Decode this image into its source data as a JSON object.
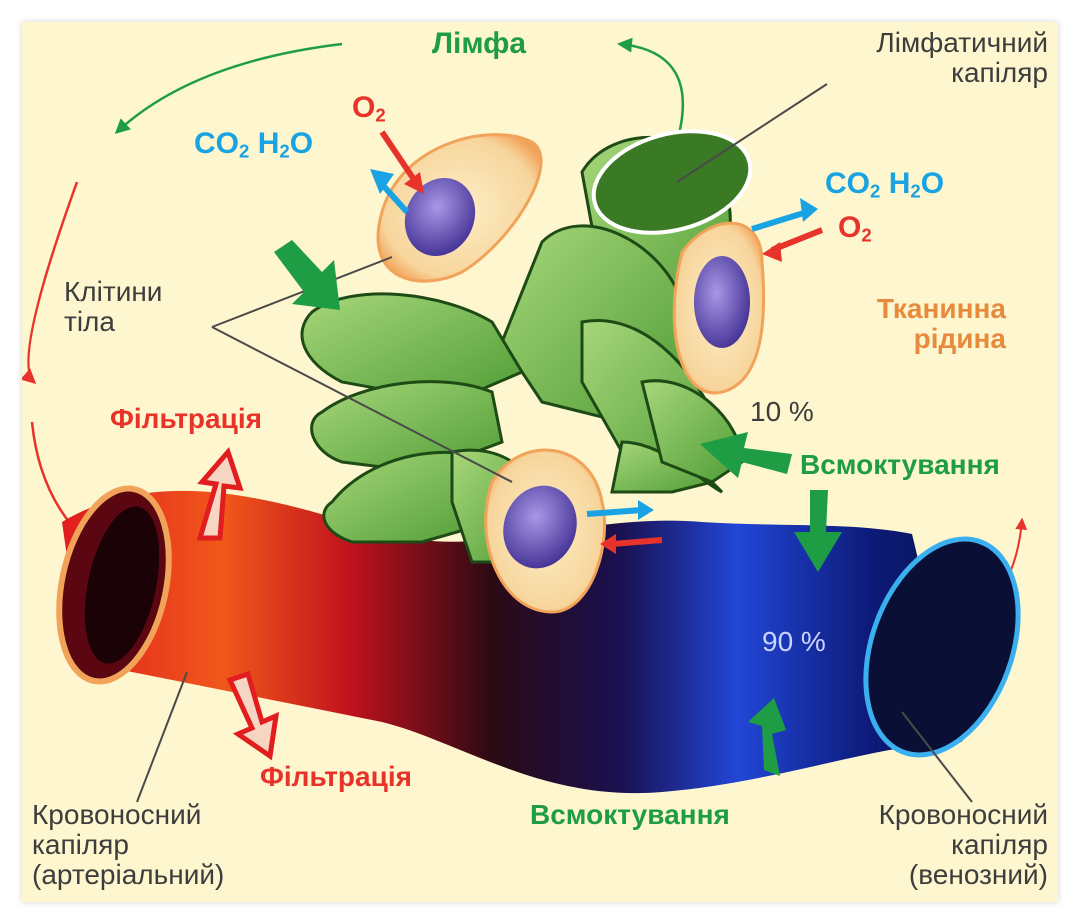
{
  "labels": {
    "lymph": "Лімфа",
    "lymph_capillary": [
      "Лімфатичний",
      "капіляр"
    ],
    "body_cells": [
      "Клітини",
      "тіла"
    ],
    "tissue_fluid": [
      "Тканинна",
      "рідина"
    ],
    "filtration_top": "Фільтрація",
    "filtration_bottom": "Фільтрація",
    "absorption_right": "Всмоктування",
    "absorption_bottom": "Всмоктування",
    "percent_10": "10 %",
    "percent_90": "90 %",
    "blood_capillary_arterial": [
      "Кровоносний",
      "капіляр",
      "(артеріальний)"
    ],
    "blood_capillary_venous": [
      "Кровоносний",
      "капіляр",
      "(венозний)"
    ]
  },
  "chem": {
    "co2_base": "CO",
    "co2_sub": "2",
    "h2o_h": "H",
    "h2o_sub": "2",
    "h2o_o": "O",
    "o2_base": "O",
    "o2_sub": "2"
  },
  "colors": {
    "background": "#fdf6cf",
    "lymph_green": "#1f9d45",
    "oxygen_red": "#e8332a",
    "waste_blue": "#1aa3e3",
    "tissue_orange": "#e88a3c",
    "arterial_red": "#d4141c",
    "venous_blue": "#1d2f9a"
  }
}
